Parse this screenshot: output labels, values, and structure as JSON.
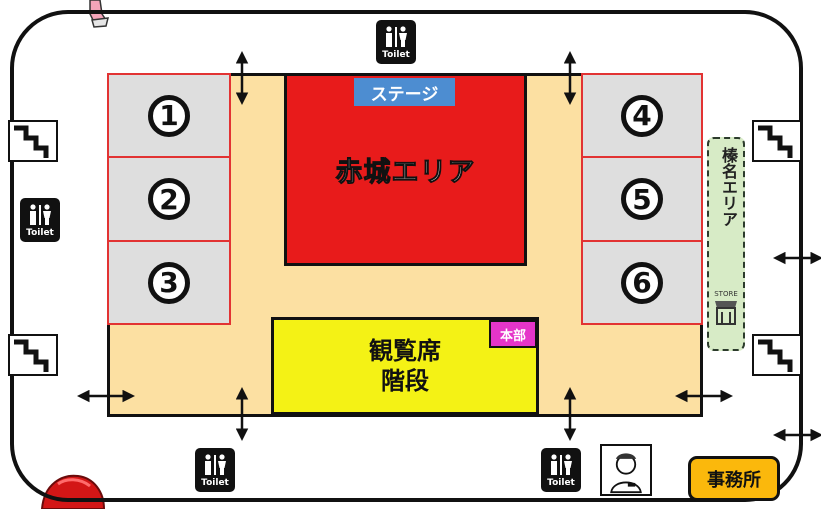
{
  "map": {
    "akagi_area": "赤城エリア",
    "stage": "ステージ",
    "seating": {
      "line1": "観覧席",
      "line2": "階段"
    },
    "hq": "本部",
    "haruna_area": "榛名エリア",
    "store": "STORE",
    "office": "事務所",
    "toilet_label": "Toilet",
    "booths": [
      "1",
      "2",
      "3",
      "4",
      "5",
      "6"
    ]
  },
  "colors": {
    "akagi": "#e81b1b",
    "stage": "#4d8dd1",
    "seating": "#f4f215",
    "hq": "#e535c9",
    "floor": "#fce0a2",
    "booth": "#dedede",
    "booth_border": "#e23333",
    "haruna": "#d7ebc6",
    "office": "#fbb80c"
  },
  "icons": [
    "toilet-icon",
    "stairs-icon",
    "double-arrow-icon",
    "store-icon",
    "staff-icon",
    "helmet-icon"
  ]
}
